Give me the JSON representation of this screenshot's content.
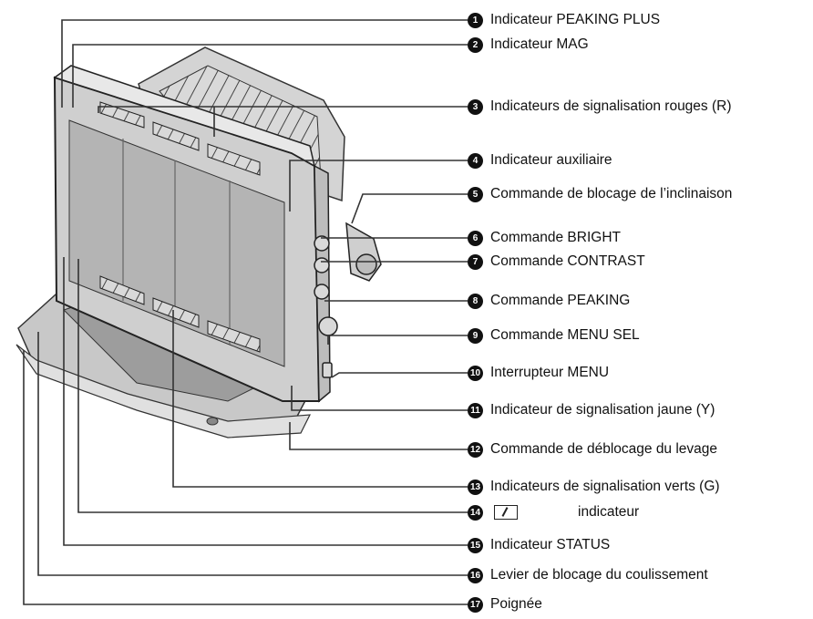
{
  "labels": [
    {
      "num": "1",
      "text": "Indicateur PEAKING PLUS"
    },
    {
      "num": "2",
      "text": "Indicateur MAG"
    },
    {
      "num": "3",
      "text": "Indicateurs de signalisation rouges (R)"
    },
    {
      "num": "4",
      "text": "Indicateur auxiliaire"
    },
    {
      "num": "5",
      "text": "Commande de blocage de l’inclinaison"
    },
    {
      "num": "6",
      "text": "Commande BRIGHT"
    },
    {
      "num": "7",
      "text": "Commande CONTRAST"
    },
    {
      "num": "8",
      "text": "Commande PEAKING"
    },
    {
      "num": "9",
      "text": "Commande MENU SEL"
    },
    {
      "num": "10",
      "text": "Interrupteur MENU"
    },
    {
      "num": "11",
      "text": "Indicateur de signalisation jaune (Y)"
    },
    {
      "num": "12",
      "text": "Commande de déblocage du levage"
    },
    {
      "num": "13",
      "text": "Indicateurs de signalisation verts (G)"
    },
    {
      "num": "14",
      "text": "indicateur"
    },
    {
      "num": "15",
      "text": "Indicateur STATUS"
    },
    {
      "num": "16",
      "text": "Levier de blocage du coulissement"
    },
    {
      "num": "17",
      "text": "Poignée"
    }
  ]
}
